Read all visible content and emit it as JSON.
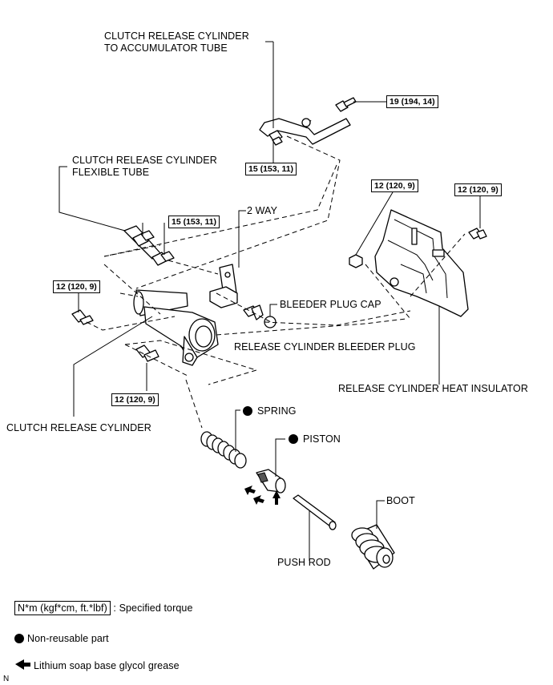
{
  "labels": {
    "accumulator_tube_1": "CLUTCH RELEASE CYLINDER",
    "accumulator_tube_2": "TO ACCUMULATOR TUBE",
    "flexible_tube_1": "CLUTCH RELEASE CYLINDER",
    "flexible_tube_2": "FLEXIBLE TUBE",
    "two_way": "2 WAY",
    "bleeder_plug_cap": "BLEEDER PLUG CAP",
    "bleeder_plug": "RELEASE CYLINDER BLEEDER PLUG",
    "heat_insulator": "RELEASE CYLINDER HEAT INSULATOR",
    "release_cylinder": "CLUTCH RELEASE CYLINDER",
    "spring": "SPRING",
    "piston": "PISTON",
    "push_rod": "PUSH ROD",
    "boot": "BOOT"
  },
  "torques": {
    "t19": "19 (194, 14)",
    "t15_top": "15 (153, 11)",
    "t15_flex": "15 (153, 11)",
    "t12_ins_left": "12 (120, 9)",
    "t12_ins_right": "12 (120, 9)",
    "t12_left": "12 (120, 9)",
    "t12_bottom": "12 (120, 9)"
  },
  "legend": {
    "torque_box": "N*m (kgf*cm, ft.*lbf)",
    "torque_desc": ": Specified torque",
    "non_reusable": "Non-reusable part",
    "grease": "Lithium soap base glycol grease",
    "corner": "N"
  }
}
